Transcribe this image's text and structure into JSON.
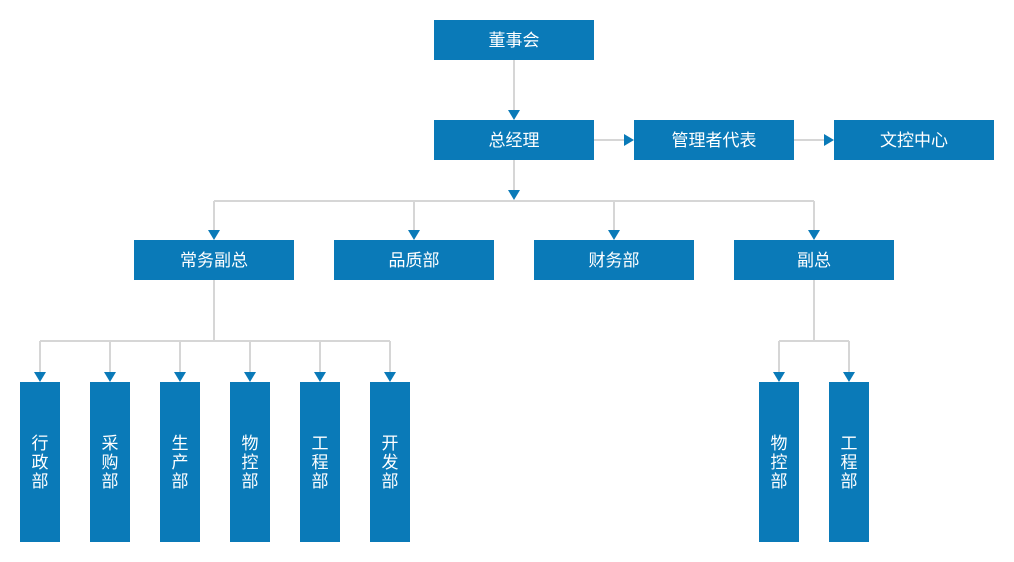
{
  "nodes": {
    "board": "董事会",
    "gm": "总经理",
    "mgmt_rep": "管理者代表",
    "doc_center": "文控中心",
    "exec_vp": "常务副总",
    "quality": "品质部",
    "finance": "财务部",
    "vp": "副总",
    "admin": "行政部",
    "purchasing": "采购部",
    "production": "生产部",
    "mat_control": "物控部",
    "engineering": "工程部",
    "development": "开发部",
    "mat_control_2": "物控部",
    "engineering_2": "工程部"
  }
}
